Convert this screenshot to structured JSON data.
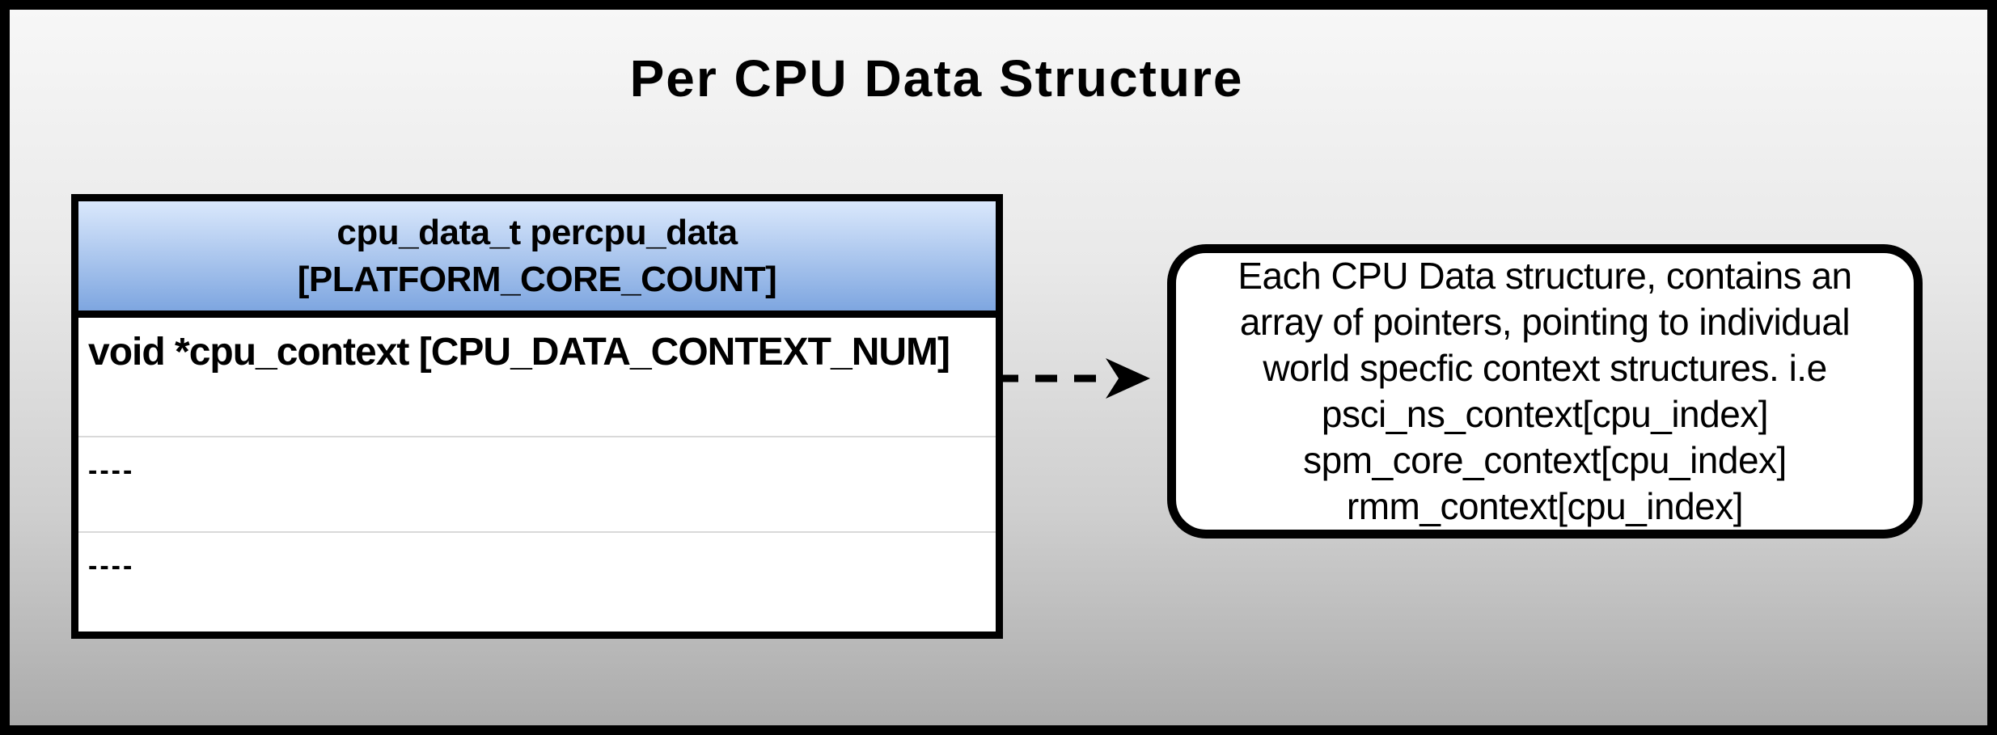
{
  "title": "Per CPU Data Structure",
  "struct_table": {
    "header": {
      "line1": "cpu_data_t percpu_data",
      "line2": "[PLATFORM_CORE_COUNT]"
    },
    "rows": [
      {
        "label": "void *cpu_context [CPU_DATA_CONTEXT_NUM]"
      },
      {
        "label": "----"
      },
      {
        "label": "----"
      }
    ]
  },
  "callout": {
    "lines": [
      "Each CPU Data structure, contains an",
      "array of pointers, pointing to individual",
      "world specfic context structures. i.e",
      "psci_ns_context[cpu_index]",
      "spm_core_context[cpu_index]",
      "rmm_context[cpu_index]"
    ]
  },
  "colors": {
    "background_top": "#f7f7f7",
    "background_bottom": "#ababab",
    "outer_border": "#000000",
    "header_gradient_top": "#dae8fc",
    "header_gradient_bottom": "#7ea6e0",
    "table_fill": "#ffffff",
    "row_separator": "#d9d9d9",
    "callout_fill": "#ffffff",
    "text": "#000000"
  }
}
